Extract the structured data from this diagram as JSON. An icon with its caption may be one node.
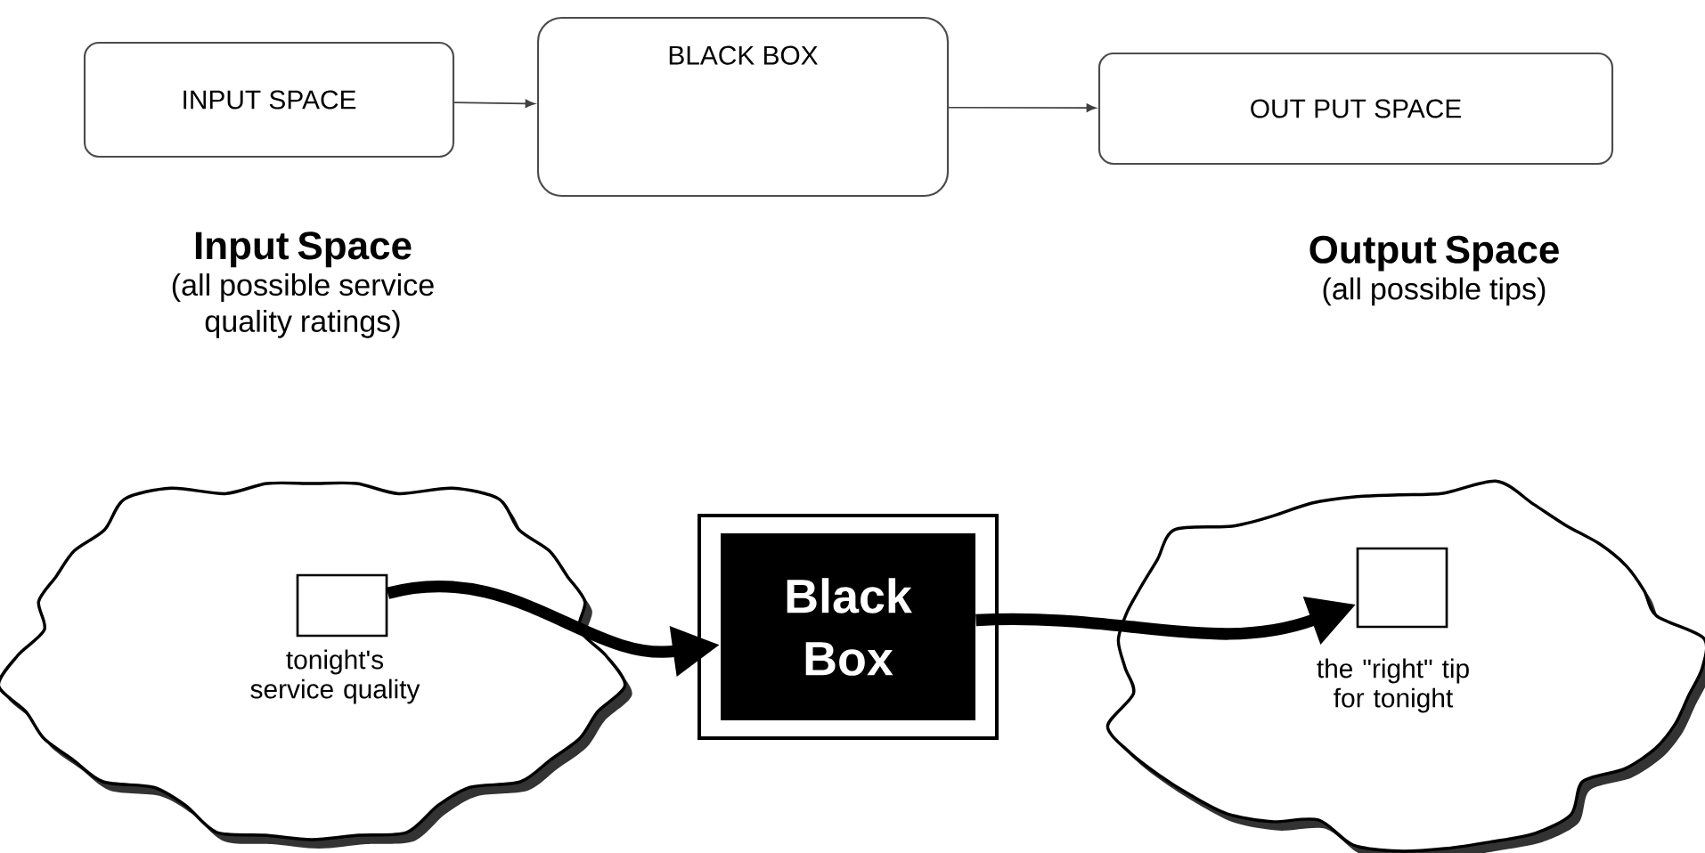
{
  "diagram": {
    "nodes": [
      {
        "text": [
          "INPUT SPACE"
        ]
      },
      {
        "text": [
          "BLACK BOX"
        ]
      },
      {
        "text": [
          "OUT PUT SPACE"
        ]
      },
      {
        "text": [
          "Input Space",
          "(all possible service quality ratings)"
        ]
      },
      {
        "text": [],
        "shape": "cloud"
      },
      {
        "text": [],
        "shape": "box",
        "in": 4,
        "beside": [
          "tonight's service quality"
        ]
      },
      {
        "text": [
          "Black Box"
        ]
      },
      {
        "text": [
          "Output Space",
          "(all possible tips)"
        ]
      },
      {
        "text": [],
        "shape": "cloud"
      },
      {
        "text": [],
        "shape": "box",
        "in": 8,
        "beside": [
          "the \"right\" tip for tonight"
        ]
      }
    ],
    "edges": [
      {
        "from": 0,
        "to": 1,
        "arrow": "to"
      },
      {
        "from": 1,
        "to": 2,
        "arrow": "to"
      },
      {
        "from": 5,
        "to": 6,
        "arrow": "to",
        "style": "thick"
      },
      {
        "from": 6,
        "to": 9,
        "arrow": "to",
        "style": "thick"
      }
    ]
  }
}
